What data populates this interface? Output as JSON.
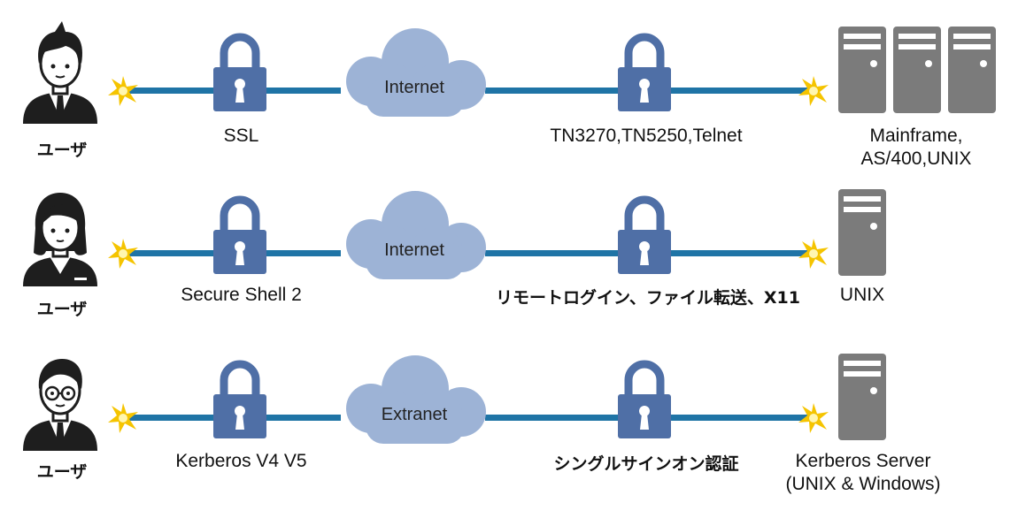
{
  "rows": [
    {
      "user_label": "ユーザ",
      "protocol_left": "SSL",
      "network": "Internet",
      "protocol_right": "TN3270,TN5250,Telnet",
      "server_label_1": "Mainframe,",
      "server_label_2": "AS/400,UNIX",
      "server_count": 3,
      "user_style": "man-spiky"
    },
    {
      "user_label": "ユーザ",
      "protocol_left": "Secure Shell 2",
      "network": "Internet",
      "protocol_right": "リモートログイン、ファイル転送、X11",
      "server_label_1": "UNIX",
      "server_label_2": "",
      "server_count": 1,
      "user_style": "woman"
    },
    {
      "user_label": "ユーザ",
      "protocol_left": "Kerberos V4 V5",
      "network": "Extranet",
      "protocol_right": "シングルサインオン認証",
      "server_label_1": "Kerberos Server",
      "server_label_2": "(UNIX & Windows)",
      "server_count": 1,
      "user_style": "man-glasses"
    }
  ],
  "colors": {
    "line": "#1f74a6",
    "lock": "#4f6fa6",
    "cloud": "#9db3d6",
    "server": "#7b7b7b",
    "star": "#f5c400"
  }
}
